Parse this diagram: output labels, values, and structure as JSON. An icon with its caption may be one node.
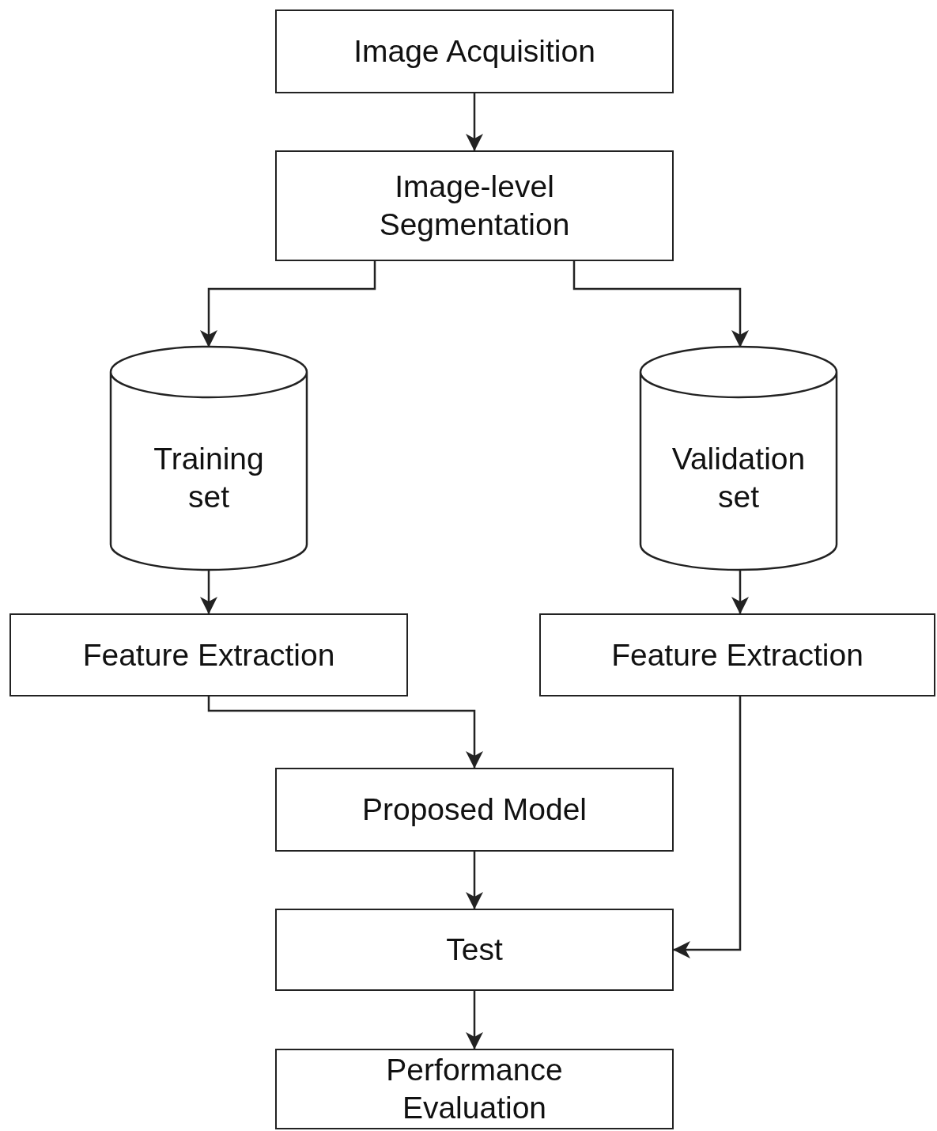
{
  "diagram": {
    "nodes": [
      {
        "text": [
          "Image Acquisition"
        ]
      },
      {
        "text": [
          "Image-level Segmentation"
        ]
      },
      {
        "text": [
          "Training set"
        ]
      },
      {
        "text": [
          "Validation set"
        ]
      },
      {
        "text": [
          "Feature Extraction"
        ]
      },
      {
        "text": [
          "Feature Extraction"
        ]
      },
      {
        "text": [
          "Proposed Model"
        ]
      },
      {
        "text": [
          "Test"
        ]
      },
      {
        "text": [
          "Performance Evaluation"
        ]
      }
    ],
    "edges": [
      {
        "from": 0,
        "to": 1,
        "arrow": "to"
      },
      {
        "from": 1,
        "to": 2,
        "arrow": "to"
      },
      {
        "from": 1,
        "to": 3,
        "arrow": "to"
      },
      {
        "from": 2,
        "to": 4,
        "arrow": "to"
      },
      {
        "from": 3,
        "to": 5,
        "arrow": "to"
      },
      {
        "from": 4,
        "to": 6,
        "arrow": "to"
      },
      {
        "from": 5,
        "to": 7,
        "arrow": "to"
      },
      {
        "from": 6,
        "to": 7,
        "arrow": "to"
      },
      {
        "from": 7,
        "to": 8,
        "arrow": "to"
      }
    ]
  }
}
